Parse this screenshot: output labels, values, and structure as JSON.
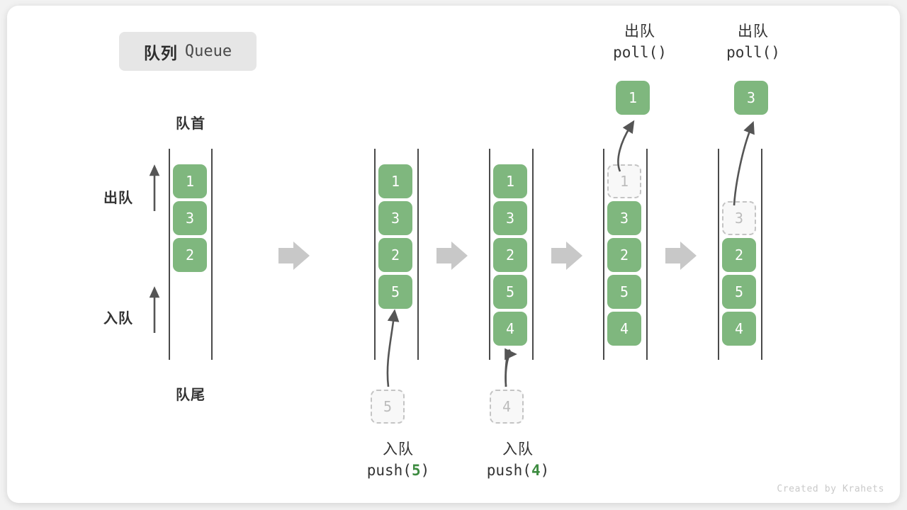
{
  "title": {
    "cn": "队列",
    "en": "Queue"
  },
  "labels": {
    "front": "队首",
    "rear": "队尾",
    "dequeue": "出队",
    "enqueue": "入队"
  },
  "credit": "Created by Krahets",
  "colors": {
    "box_fill": "#7fb77e",
    "box_text": "#ffffff",
    "ghost_fill": "#f8f8f8",
    "ghost_border": "#c4c4c4",
    "ghost_text": "#bcbcbc",
    "rail": "#4a4a4a",
    "arrow": "#555555",
    "sep_arrow": "#c8c8c8",
    "accent_arg": "#3d8b40",
    "badge_bg": "#e6e6e6",
    "card_bg": "#ffffff",
    "page_bg": "#f2f2f2"
  },
  "captions": {
    "push5": {
      "cn": "入队",
      "fn": "push(",
      "arg": "5",
      "close": ")"
    },
    "push4": {
      "cn": "入队",
      "fn": "push(",
      "arg": "4",
      "close": ")"
    },
    "poll1": {
      "cn": "出队",
      "fn": "poll()"
    },
    "poll2": {
      "cn": "出队",
      "fn": "poll()"
    }
  },
  "columns": [
    {
      "id": "initial",
      "cells": [
        {
          "value": "1",
          "state": "solid"
        },
        {
          "value": "3",
          "state": "solid"
        },
        {
          "value": "2",
          "state": "solid"
        }
      ],
      "incoming": null,
      "outgoing": null
    },
    {
      "id": "after-push-5",
      "cells": [
        {
          "value": "1",
          "state": "solid"
        },
        {
          "value": "3",
          "state": "solid"
        },
        {
          "value": "2",
          "state": "solid"
        },
        {
          "value": "5",
          "state": "solid"
        }
      ],
      "incoming": {
        "value": "5",
        "state": "ghost"
      },
      "outgoing": null
    },
    {
      "id": "after-push-4",
      "cells": [
        {
          "value": "1",
          "state": "solid"
        },
        {
          "value": "3",
          "state": "solid"
        },
        {
          "value": "2",
          "state": "solid"
        },
        {
          "value": "5",
          "state": "solid"
        },
        {
          "value": "4",
          "state": "solid"
        }
      ],
      "incoming": {
        "value": "4",
        "state": "ghost"
      },
      "outgoing": null
    },
    {
      "id": "after-poll-1",
      "cells": [
        {
          "value": "1",
          "state": "ghost"
        },
        {
          "value": "3",
          "state": "solid"
        },
        {
          "value": "2",
          "state": "solid"
        },
        {
          "value": "5",
          "state": "solid"
        },
        {
          "value": "4",
          "state": "solid"
        }
      ],
      "incoming": null,
      "outgoing": {
        "value": "1",
        "state": "solid"
      }
    },
    {
      "id": "after-poll-3",
      "cells": [
        {
          "value": "",
          "state": "empty"
        },
        {
          "value": "3",
          "state": "ghost"
        },
        {
          "value": "2",
          "state": "solid"
        },
        {
          "value": "5",
          "state": "solid"
        },
        {
          "value": "4",
          "state": "solid"
        }
      ],
      "incoming": null,
      "outgoing": {
        "value": "3",
        "state": "solid"
      }
    }
  ],
  "separators": [
    "sep-1",
    "sep-2",
    "sep-3",
    "sep-4"
  ]
}
